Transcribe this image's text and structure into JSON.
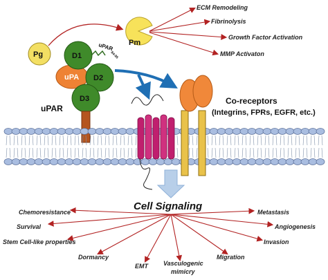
{
  "labels": {
    "pg": "Pg",
    "pm": "Pm",
    "d1": "D1",
    "d2": "D2",
    "d3": "D3",
    "upa": "uPA",
    "upar": "uPAR",
    "upar_small": "uPAR",
    "upar_small_sub": "84-95",
    "coreceptors_line1": "Co-receptors",
    "coreceptors_line2": "(Integrins, FPRs, EGFR, etc.)",
    "cell_signaling": "Cell Signaling"
  },
  "pm_targets": [
    "ECM Remodeling",
    "Fibrinolysis",
    "Growth Factor Activation",
    "MMP Activaton"
  ],
  "outcomes": {
    "left": [
      "Chemoresistance",
      "Survival",
      "Stem Cell-like properties"
    ],
    "right": [
      "Metastasis",
      "Angiogenesis",
      "Invasion"
    ],
    "bottom": [
      "Dormancy",
      "EMT",
      "Vasculogenic",
      "mimicry",
      "Migration"
    ]
  },
  "colors": {
    "arrow_red": "#b22222",
    "arrow_blue": "#1f6fb4",
    "domain_green": "#3f8a2a",
    "upa_orange": "#ee8234",
    "pg_yellow": "#f3df63",
    "pm_yellow": "#f7e25a",
    "lipid_head": "#a9bde0",
    "tm_magenta": "#c01f6e",
    "coreceptor_orange": "#f0883a",
    "coreceptor_gold": "#e9c24a",
    "stalk_brown": "#b5551f",
    "signal_arrow": "#b8cfe9"
  }
}
